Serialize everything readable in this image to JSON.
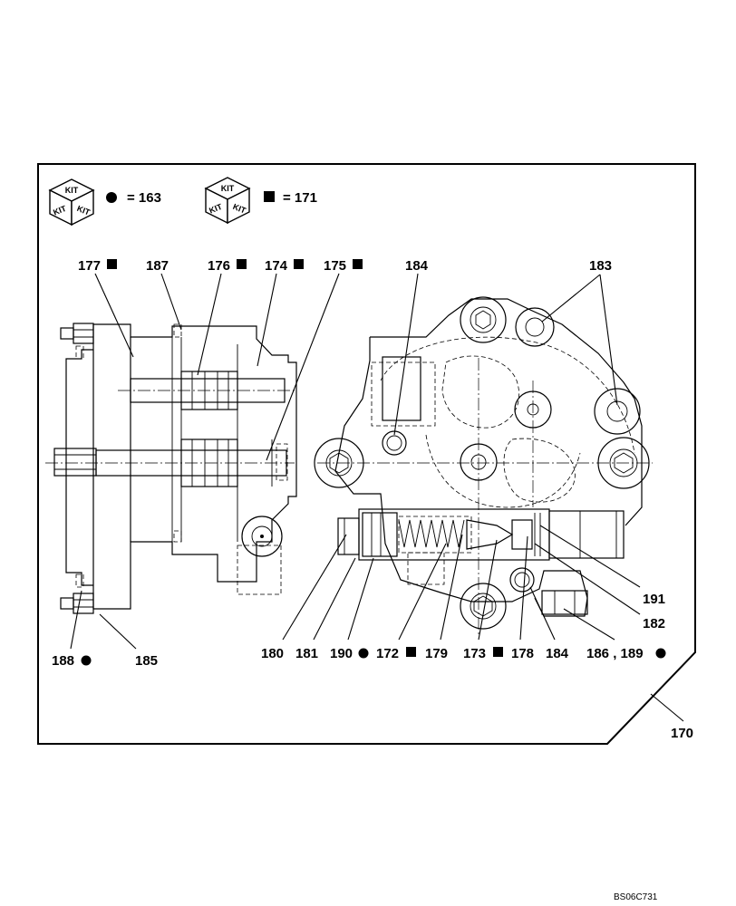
{
  "legend": {
    "kit_text": "KIT",
    "circle_item": {
      "symbol": "circle",
      "text": "= 163"
    },
    "square_item": {
      "symbol": "square",
      "text": "= 171"
    }
  },
  "labels": {
    "l177": {
      "text": "177",
      "marker": "square"
    },
    "l187": {
      "text": "187",
      "marker": ""
    },
    "l176": {
      "text": "176",
      "marker": "square"
    },
    "l174": {
      "text": "174",
      "marker": "square"
    },
    "l175": {
      "text": "175",
      "marker": "square"
    },
    "l184a": {
      "text": "184",
      "marker": ""
    },
    "l183": {
      "text": "183",
      "marker": ""
    },
    "l191": {
      "text": "191",
      "marker": ""
    },
    "l182": {
      "text": "182",
      "marker": ""
    },
    "l188": {
      "text": "188",
      "marker": "circle"
    },
    "l185": {
      "text": "185",
      "marker": ""
    },
    "l180": {
      "text": "180",
      "marker": ""
    },
    "l181": {
      "text": "181",
      "marker": ""
    },
    "l190": {
      "text": "190",
      "marker": "circle"
    },
    "l172": {
      "text": "172",
      "marker": "square"
    },
    "l179": {
      "text": "179",
      "marker": ""
    },
    "l173": {
      "text": "173",
      "marker": "square"
    },
    "l178": {
      "text": "178",
      "marker": ""
    },
    "l184b": {
      "text": "184",
      "marker": ""
    },
    "l186": {
      "text": "186 , 189",
      "marker": "circle"
    },
    "l170": {
      "text": "170",
      "marker": ""
    }
  },
  "image_code": "BS06C731"
}
